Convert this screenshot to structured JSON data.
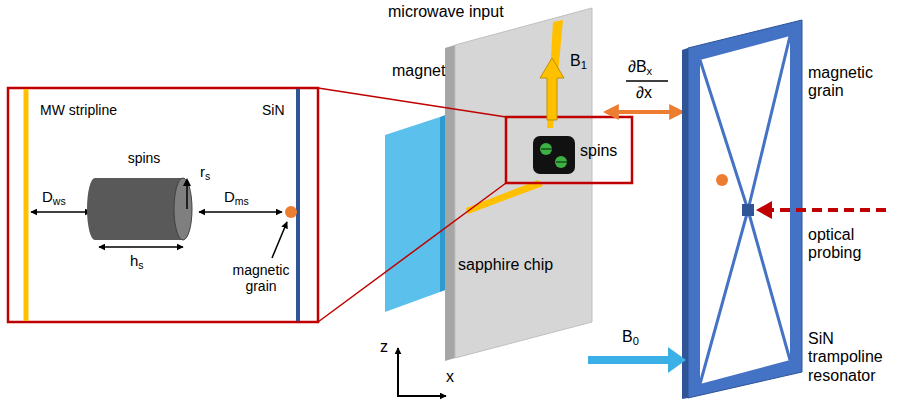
{
  "diagram": {
    "nodes": [
      {
        "text": [
          "spins"
        ]
      }
    ],
    "labels": [
      "MW stripline",
      "SiN",
      "rs",
      "Dws",
      "hs",
      "Dms",
      "magnetic grain",
      "microwave input",
      "magnet",
      "B1",
      "∂Bx",
      "∂x",
      "spins",
      "sapphire chip",
      "magnetic grain",
      "optical probing",
      "z",
      "x",
      "B0",
      "SiN trampoline resonator"
    ]
  }
}
